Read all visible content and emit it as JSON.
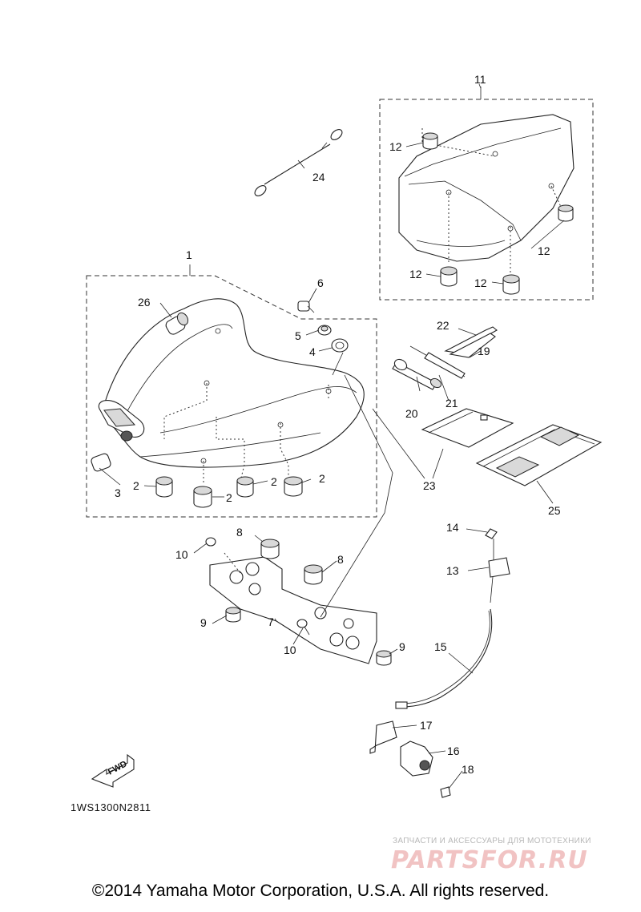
{
  "diagram": {
    "callouts": {
      "p1": "1",
      "p2a": "2",
      "p2b": "2",
      "p2c": "2",
      "p2d": "2",
      "p3": "3",
      "p4": "4",
      "p5": "5",
      "p6": "6",
      "p7": "7",
      "p8a": "8",
      "p8b": "8",
      "p9a": "9",
      "p9b": "9",
      "p10a": "10",
      "p10b": "10",
      "p11": "11",
      "p12a": "12",
      "p12b": "12",
      "p12c": "12",
      "p12d": "12",
      "p13": "13",
      "p14": "14",
      "p15": "15",
      "p16": "16",
      "p17": "17",
      "p18": "18",
      "p19": "19",
      "p20": "20",
      "p21": "21",
      "p22": "22",
      "p23": "23",
      "p24": "24",
      "p25": "25",
      "p26": "26"
    },
    "fwd_label": "FWD",
    "diagram_code": "1WS1300N2811",
    "copyright": "©2014 Yamaha Motor Corporation, U.S.A. All rights reserved.",
    "watermark": {
      "tagline": "ЗАПЧАСТИ И АКСЕССУАРЫ ДЛЯ МОТОТЕХНИКИ",
      "logo": "PARTSFOR.RU"
    }
  }
}
